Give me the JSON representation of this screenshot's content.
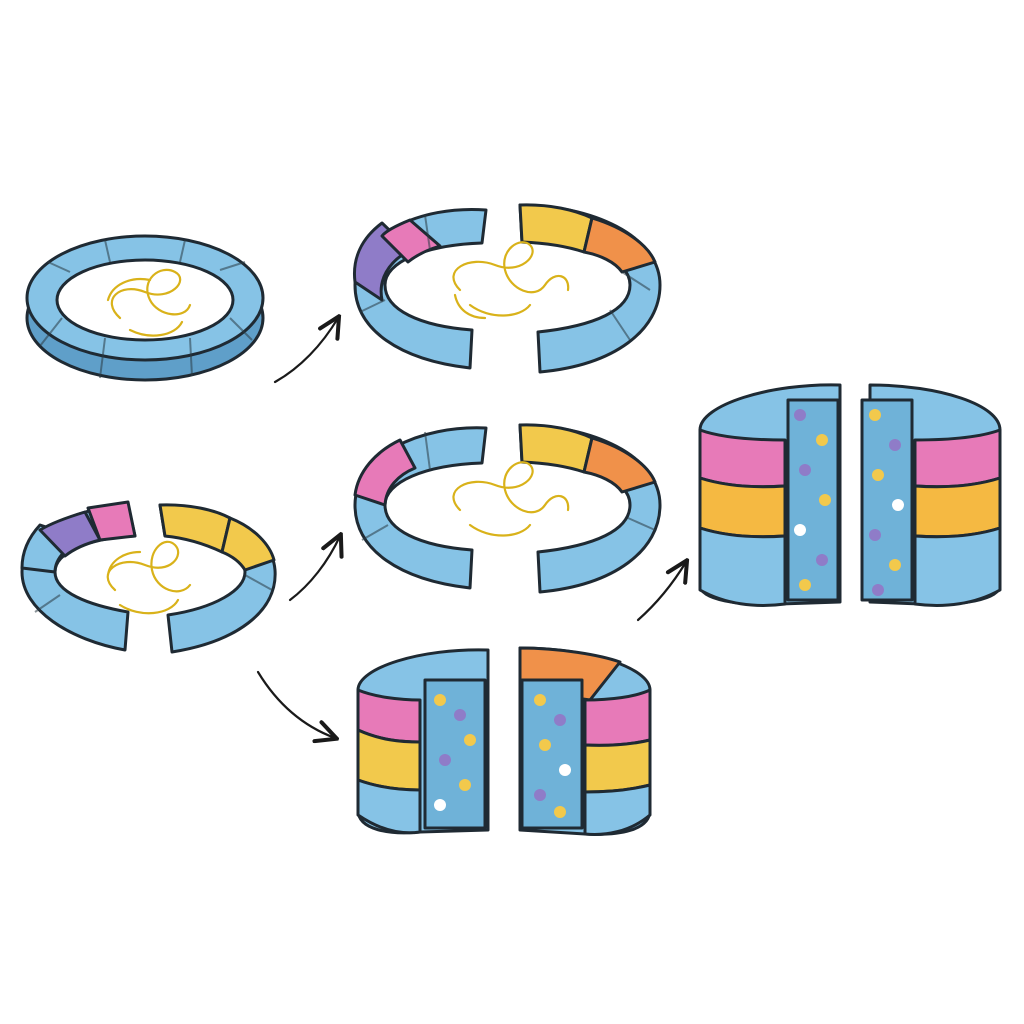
{
  "diagram": {
    "colors": {
      "blue": "#86c3e6",
      "blue_dark": "#5f9fc9",
      "pink": "#e77ab8",
      "purple": "#8f7cc8",
      "yellow": "#f2c94c",
      "orange": "#f0914a",
      "gold_strand": "#d9b21a",
      "outline": "#1f2a33"
    },
    "stages": [
      {
        "id": "closed-ring",
        "segments": [
          "blue",
          "blue",
          "blue",
          "blue",
          "blue",
          "blue",
          "blue",
          "blue"
        ],
        "contains": "dna-strand"
      },
      {
        "id": "open-ring",
        "segments": [
          "purple",
          "pink",
          "yellow",
          "yellow",
          "blue",
          "blue",
          "blue",
          "blue"
        ],
        "contains": "dna-strand"
      },
      {
        "id": "split-ring-top",
        "segments": [
          "purple",
          "pink",
          "blue",
          "yellow",
          "orange",
          "blue",
          "blue",
          "blue"
        ],
        "contains": "dna-strand"
      },
      {
        "id": "split-ring-middle",
        "segments": [
          "pink",
          "blue",
          "yellow",
          "orange",
          "blue",
          "blue"
        ],
        "contains": "dna-strand"
      },
      {
        "id": "open-stack",
        "layers": [
          "pink",
          "yellow",
          "blue"
        ],
        "contains": "packed-molecules"
      },
      {
        "id": "assembled-stack",
        "layers": [
          "pink",
          "yellow",
          "blue"
        ],
        "contains": "packed-molecules"
      }
    ],
    "arrows": [
      {
        "from": "closed-ring",
        "to": "split-ring-top"
      },
      {
        "from": "open-ring",
        "to": "split-ring-middle"
      },
      {
        "from": "open-ring",
        "to": "open-stack"
      },
      {
        "from": "split-ring-middle",
        "to": "assembled-stack"
      }
    ]
  }
}
